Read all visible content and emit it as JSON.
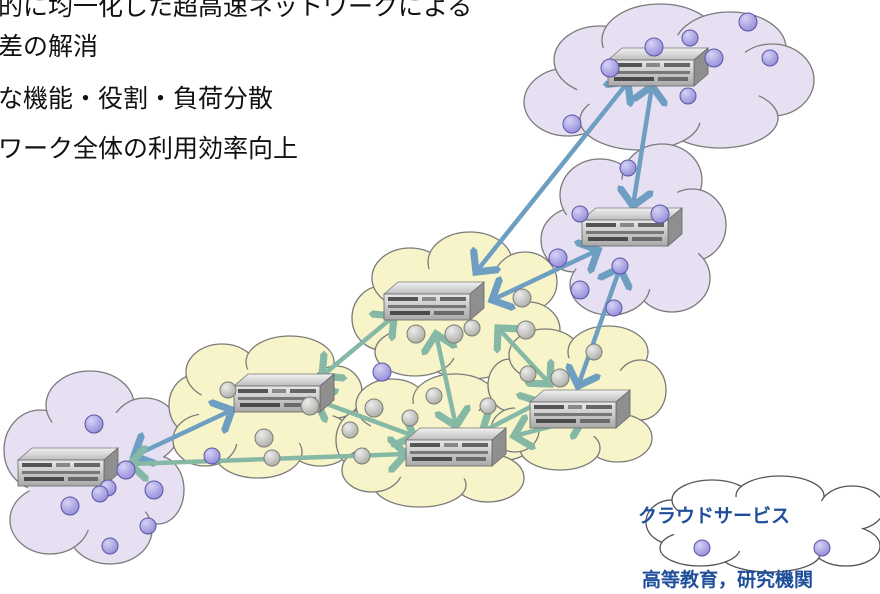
{
  "bullets": [
    "的に均一化した超高速ネットワークによる",
    "差の解消",
    "な機能・役割・負荷分散",
    "ワーク全体の利用効率向上"
  ],
  "legend": {
    "cloud_label": "クラウドサービス",
    "caption": "高等教育，研究機関"
  },
  "colors": {
    "purple_cloud": "#e6e0f2",
    "yellow_cloud": "#f6f4c8",
    "arrow_blue": "#6e9fc2",
    "arrow_green": "#86b8a6",
    "node_purple": "#a9a3e3",
    "node_gray": "#c3c3bc",
    "legend_text": "#1f4e9a"
  }
}
